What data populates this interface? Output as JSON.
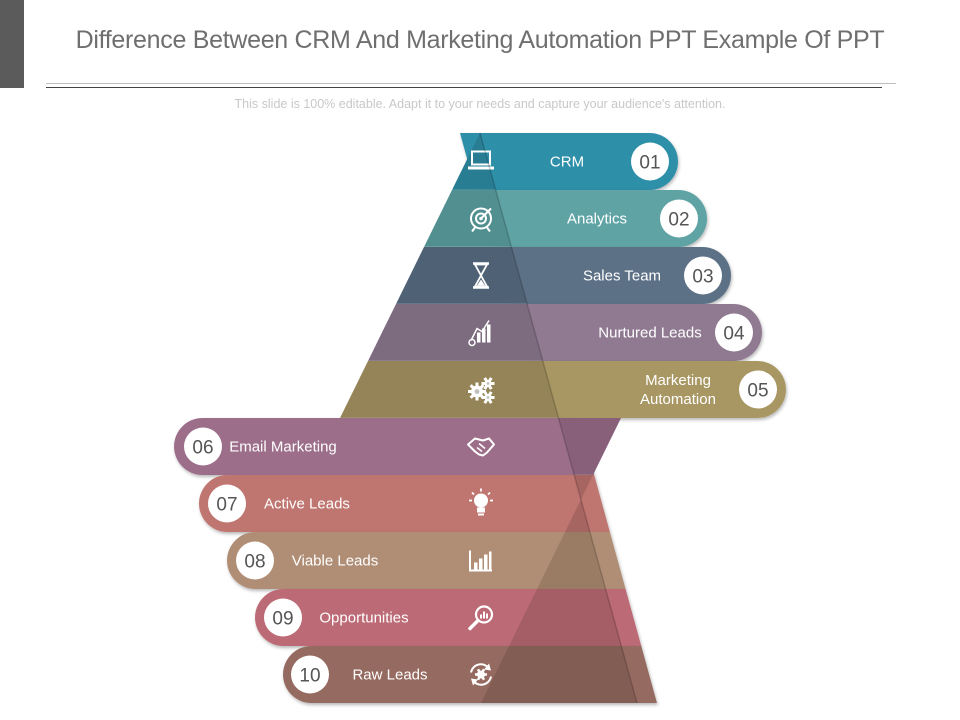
{
  "header": {
    "title": "Difference Between CRM And Marketing Automation PPT Example Of PPT",
    "subtitle": "This slide is 100% editable. Adapt it to your needs and capture your audience's attention."
  },
  "steps": [
    {
      "number": "01",
      "label": [
        "CRM"
      ],
      "color": "#2f8fa8",
      "icon": "laptop-icon"
    },
    {
      "number": "02",
      "label": [
        "Analytics"
      ],
      "color": "#5ea3a5",
      "icon": "target-icon"
    },
    {
      "number": "03",
      "label": [
        "Sales Team"
      ],
      "color": "#5b7086",
      "icon": "hourglass-icon"
    },
    {
      "number": "04",
      "label": [
        "Nurtured  Leads"
      ],
      "color": "#8f7a91",
      "icon": "growth-chart-icon"
    },
    {
      "number": "05",
      "label": [
        "Marketing",
        "Automation"
      ],
      "color": "#a99763",
      "icon": "gears-icon"
    },
    {
      "number": "06",
      "label": [
        "Email Marketing"
      ],
      "color": "#9c6e8a",
      "icon": "handshake-icon"
    },
    {
      "number": "07",
      "label": [
        "Active Leads"
      ],
      "color": "#bf7470",
      "icon": "lightbulb-icon"
    },
    {
      "number": "08",
      "label": [
        "Viable Leads"
      ],
      "color": "#b08e74",
      "icon": "bar-chart-icon"
    },
    {
      "number": "09",
      "label": [
        "Opportunities"
      ],
      "color": "#bc6a75",
      "icon": "magnifier-chart-icon"
    },
    {
      "number": "10",
      "label": [
        "Raw Leads"
      ],
      "color": "#956a60",
      "icon": "refresh-gear-icon"
    }
  ]
}
